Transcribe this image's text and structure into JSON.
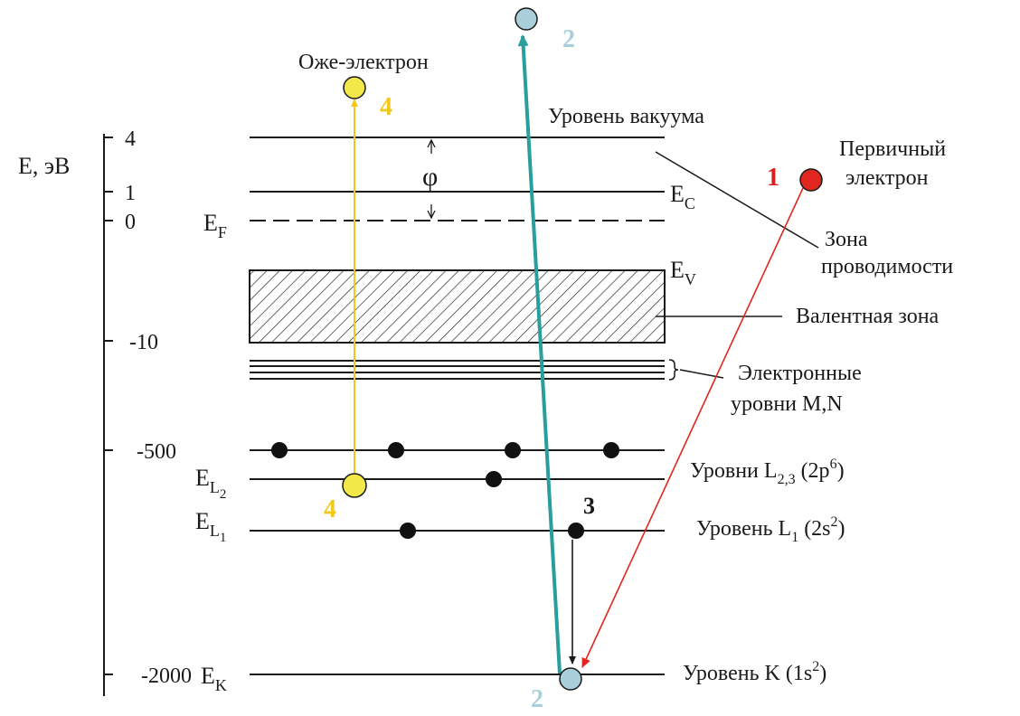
{
  "axis": {
    "label": "E, эВ",
    "ticks": [
      "4",
      "1",
      "0",
      "-10",
      "-500",
      "-2000"
    ]
  },
  "symbols": {
    "ef": "E",
    "ef_sub": "F",
    "ec": "E",
    "ec_sub": "C",
    "ev": "E",
    "ev_sub": "V",
    "ek": "E",
    "ek_sub": "K",
    "el2": "E",
    "el2_sub": "L",
    "el2_subsub": "2",
    "el1": "E",
    "el1_sub": "L",
    "el1_subsub": "1",
    "phi": "φ"
  },
  "labels": {
    "vacuum_level": "Уровень вакуума",
    "conduction_band": [
      "Зона",
      "проводимости"
    ],
    "valence_band": "Валентная зона",
    "mn_levels": [
      "Электронные",
      "уровни M,N"
    ],
    "auger_electron": "Оже-электрон",
    "primary_electron": [
      "Первичный",
      "электрон"
    ],
    "l23_level": {
      "text": "Уровни L",
      "sub": "2,3",
      "paren": " (2p",
      "sup": "6",
      "close": ")"
    },
    "l1_level": {
      "text": "Уровень L",
      "sub": "1",
      "paren": " (2s",
      "sup": "2",
      "close": ")"
    },
    "k_level": {
      "text": "Уровень K (1s",
      "sup": "2",
      "close": ")"
    }
  },
  "step_numbers": {
    "primary": "1",
    "ejected_top": "2",
    "ejected_bottom": "2",
    "relaxation": "3",
    "auger_top": "4",
    "auger_bottom": "4"
  },
  "colors": {
    "primary": "#e0271f",
    "ejected": "#2a9d9d",
    "auger": "#f2c81c",
    "vacancy": "#a9d0da",
    "electron": "#111111",
    "step1": "#d81e1e",
    "step2": "#a9d0da",
    "step4": "#f2c81c"
  }
}
